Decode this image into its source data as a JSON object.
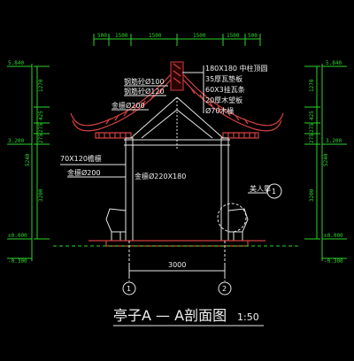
{
  "title": {
    "main": "亭子A — A剖面图",
    "scale": "1:50"
  },
  "top_dims": [
    "500",
    "1500",
    "1500",
    "1500",
    "1500",
    "500"
  ],
  "left_dims": {
    "top_elev": "5.840",
    "mid_elev": "3.200",
    "zero_elev": "±0.000",
    "bottom_elev": "-0.300",
    "segs": [
      "1270",
      "425",
      "275",
      "275",
      "3200",
      "5240"
    ]
  },
  "right_dims": {
    "top_elev": "5.840",
    "mid_elev": "3.200",
    "zero_elev": "±0.000",
    "bottom_elev": "-0.300",
    "segs": [
      "1270",
      "425",
      "275",
      "275",
      "3200",
      "5240"
    ]
  },
  "annotations": {
    "roof_layers": [
      "180X180 中柱顶圆",
      "35厚瓦垫板",
      "60X3挂瓦条",
      "20厚木望板",
      "Ø70木椽"
    ],
    "left_labels": [
      "钢筋砼Ø100",
      "钢筋砼Ø120",
      "金檩Ø200",
      "70X120檐檩",
      "金檩Ø200",
      "金檩Ø220X180"
    ],
    "right_tag": "美人靠",
    "detail_num": "1"
  },
  "bottom_dim": "3000",
  "axis_labels": [
    "1",
    "2"
  ],
  "colors": {
    "background": "#000000",
    "dim": "#2dd42d",
    "outline": "#e8e8e8",
    "roof": "#d24040"
  }
}
